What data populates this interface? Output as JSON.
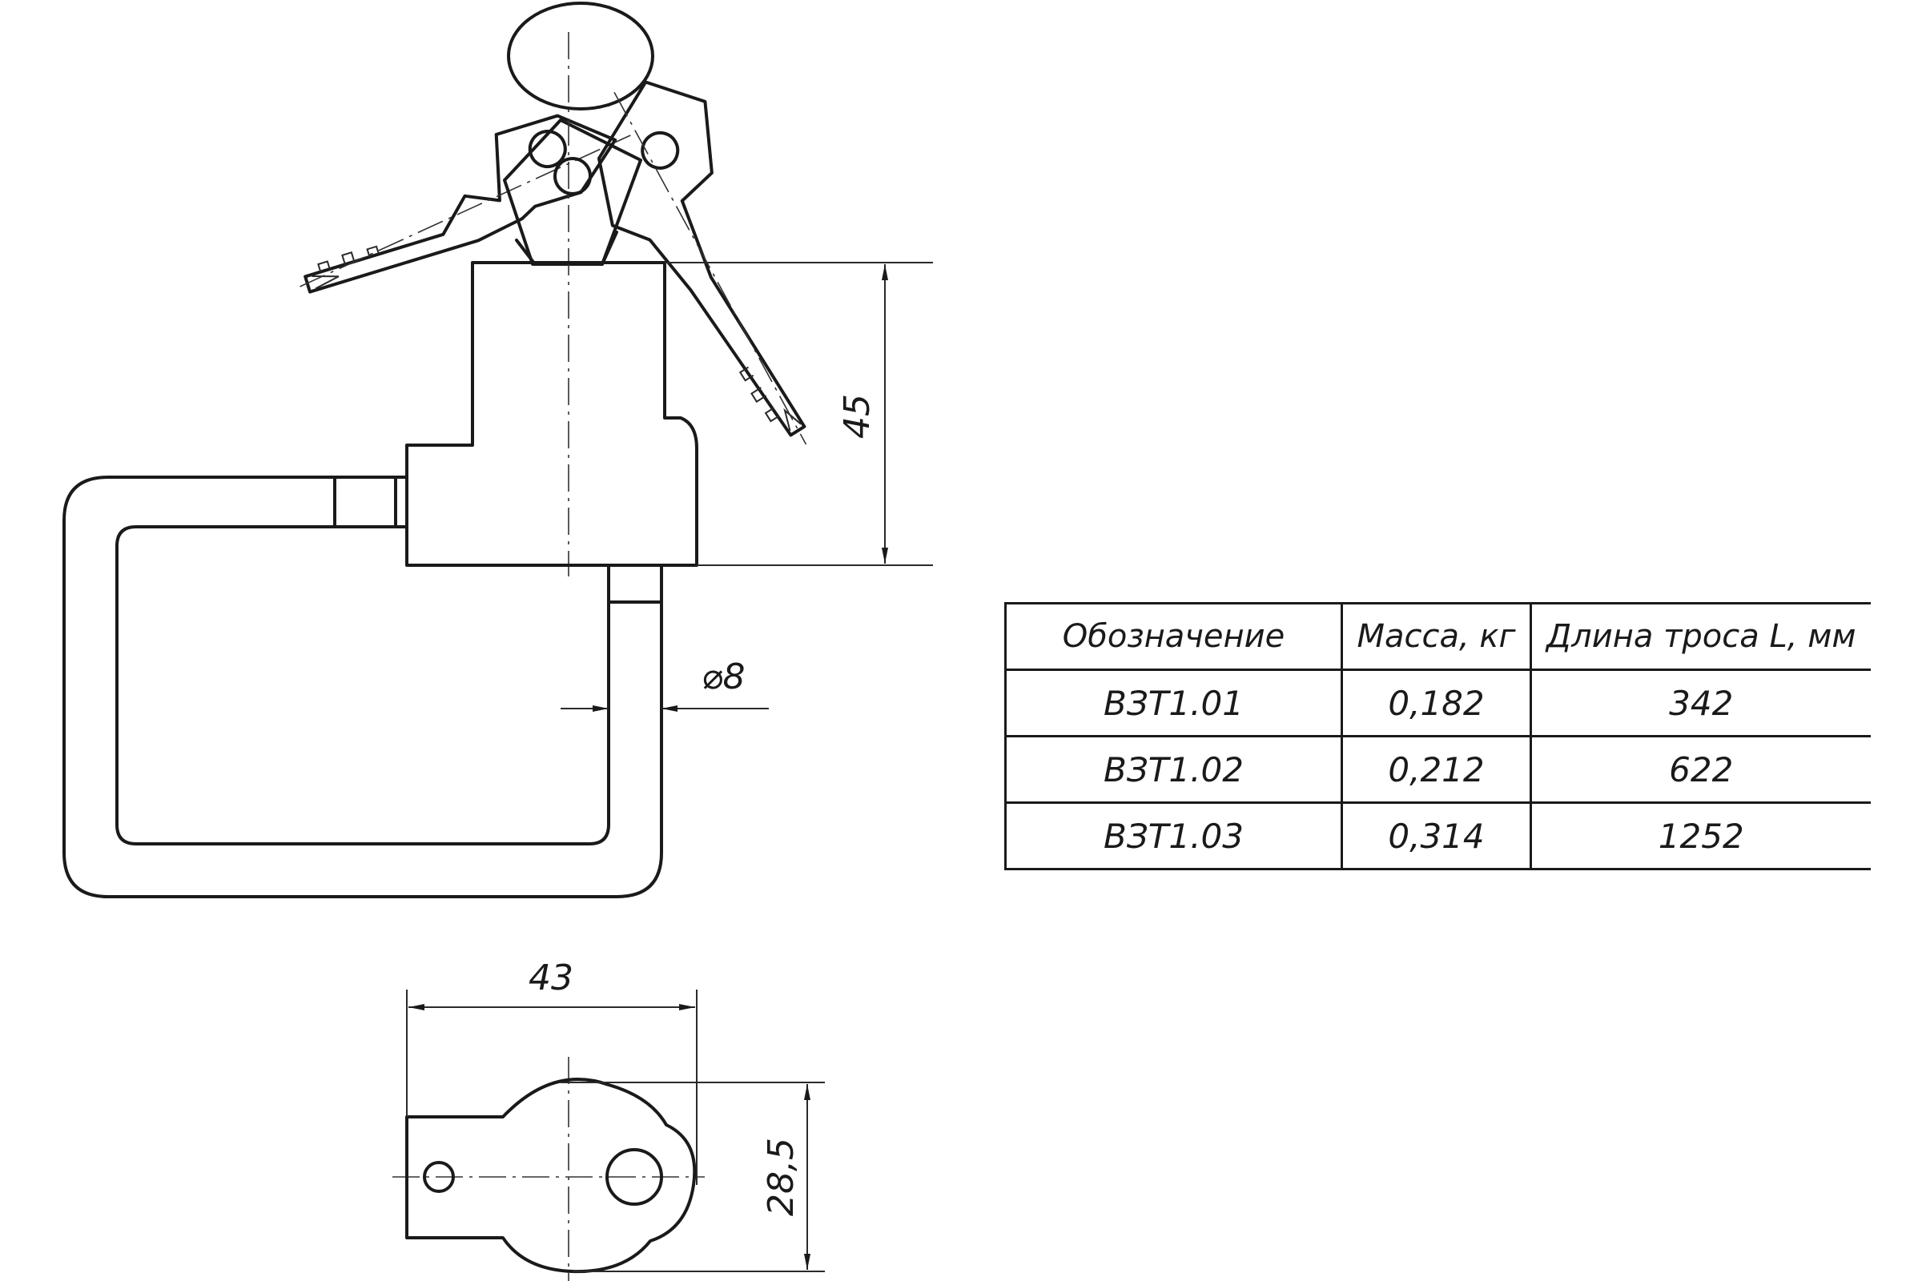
{
  "dimensions": {
    "height_body": "45",
    "diameter_cable": "⌀8",
    "width_bottom": "43",
    "height_bottom": "28,5"
  },
  "table": {
    "headers": [
      "Обозначение",
      "Масса, кг",
      "Длина троса L, мм"
    ],
    "rows": [
      [
        "ВЗТ1.01",
        "0,182",
        "342"
      ],
      [
        "ВЗТ1.02",
        "0,212",
        "622"
      ],
      [
        "ВЗТ1.03",
        "0,314",
        "1252"
      ]
    ]
  },
  "colors": {
    "line": "#1a1a1a",
    "background": "#ffffff"
  }
}
